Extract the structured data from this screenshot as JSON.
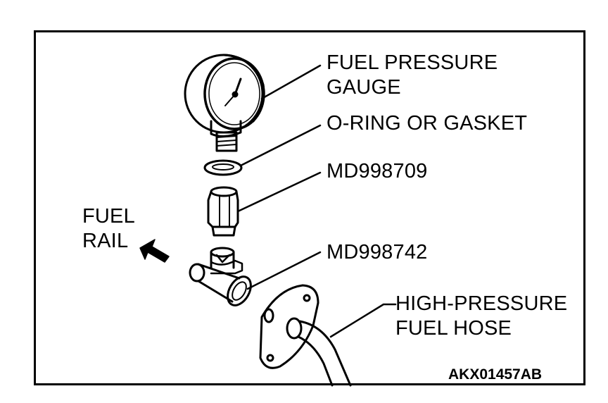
{
  "labels": {
    "fuel_pressure_gauge": [
      "FUEL PRESSURE",
      "GAUGE"
    ],
    "o_ring": "O-RING OR GASKET",
    "md998709": "MD998709",
    "fuel_rail": [
      "FUEL",
      "RAIL"
    ],
    "md998742": "MD998742",
    "high_pressure_fuel_hose": [
      "HIGH-PRESSURE",
      "FUEL HOSE"
    ]
  },
  "figure_code": "AKX01457AB"
}
